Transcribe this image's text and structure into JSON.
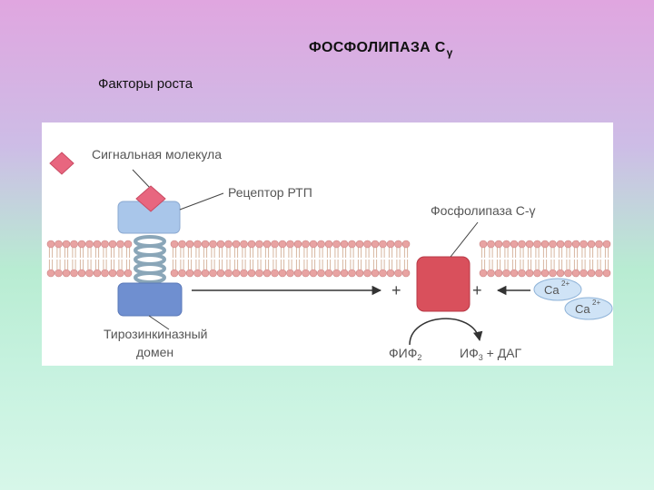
{
  "slide": {
    "title": "ФОСФОЛИПАЗА С",
    "title_subscript": "γ",
    "subtitle": "Факторы роста"
  },
  "diagram": {
    "labels": {
      "signal_molecule": "Сигнальная молекула",
      "receptor": "Рецептор РТП",
      "phospholipase": "Фосфолипаза С-γ",
      "kinase_domain_line1": "Тирозинкиназный",
      "kinase_domain_line2": "домен",
      "plus_left": "+",
      "plus_right": "+",
      "ca_ion_1": "Ca",
      "ca_ion_1_charge": "2+",
      "ca_ion_2": "Ca",
      "ca_ion_2_charge": "2+",
      "substrate": "ФИФ",
      "substrate_subscript": "2",
      "products": "ИФ",
      "products_subscript": "3",
      "products_rest": " + ДАГ"
    },
    "colors": {
      "signal_molecule": "#e8667f",
      "receptor_top": "#a9c6ea",
      "helix": "#8aa6b8",
      "kinase_domain": "#6f8fd0",
      "phospholipase": "#d9505c",
      "membrane_head": "#e8a3a2",
      "membrane_tail": "#d7b6a0",
      "ca_ion": "#cfe3f6"
    }
  }
}
